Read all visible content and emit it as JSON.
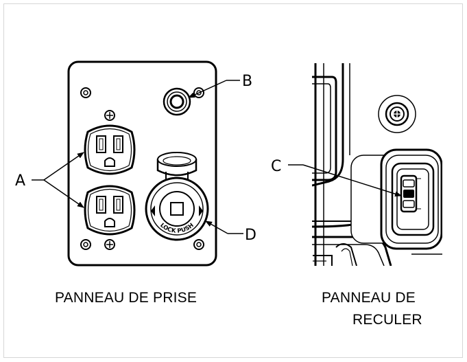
{
  "diagram": {
    "callouts": {
      "a": "A",
      "b": "B",
      "c": "C",
      "d": "D"
    },
    "captions": {
      "outlet_panel": "PANNEAU DE PRISE",
      "reverse_panel_line1": "PANNEAU DE",
      "reverse_panel_line2": "RECULER"
    },
    "lock_ring_text": "LOCK   PUSH"
  }
}
